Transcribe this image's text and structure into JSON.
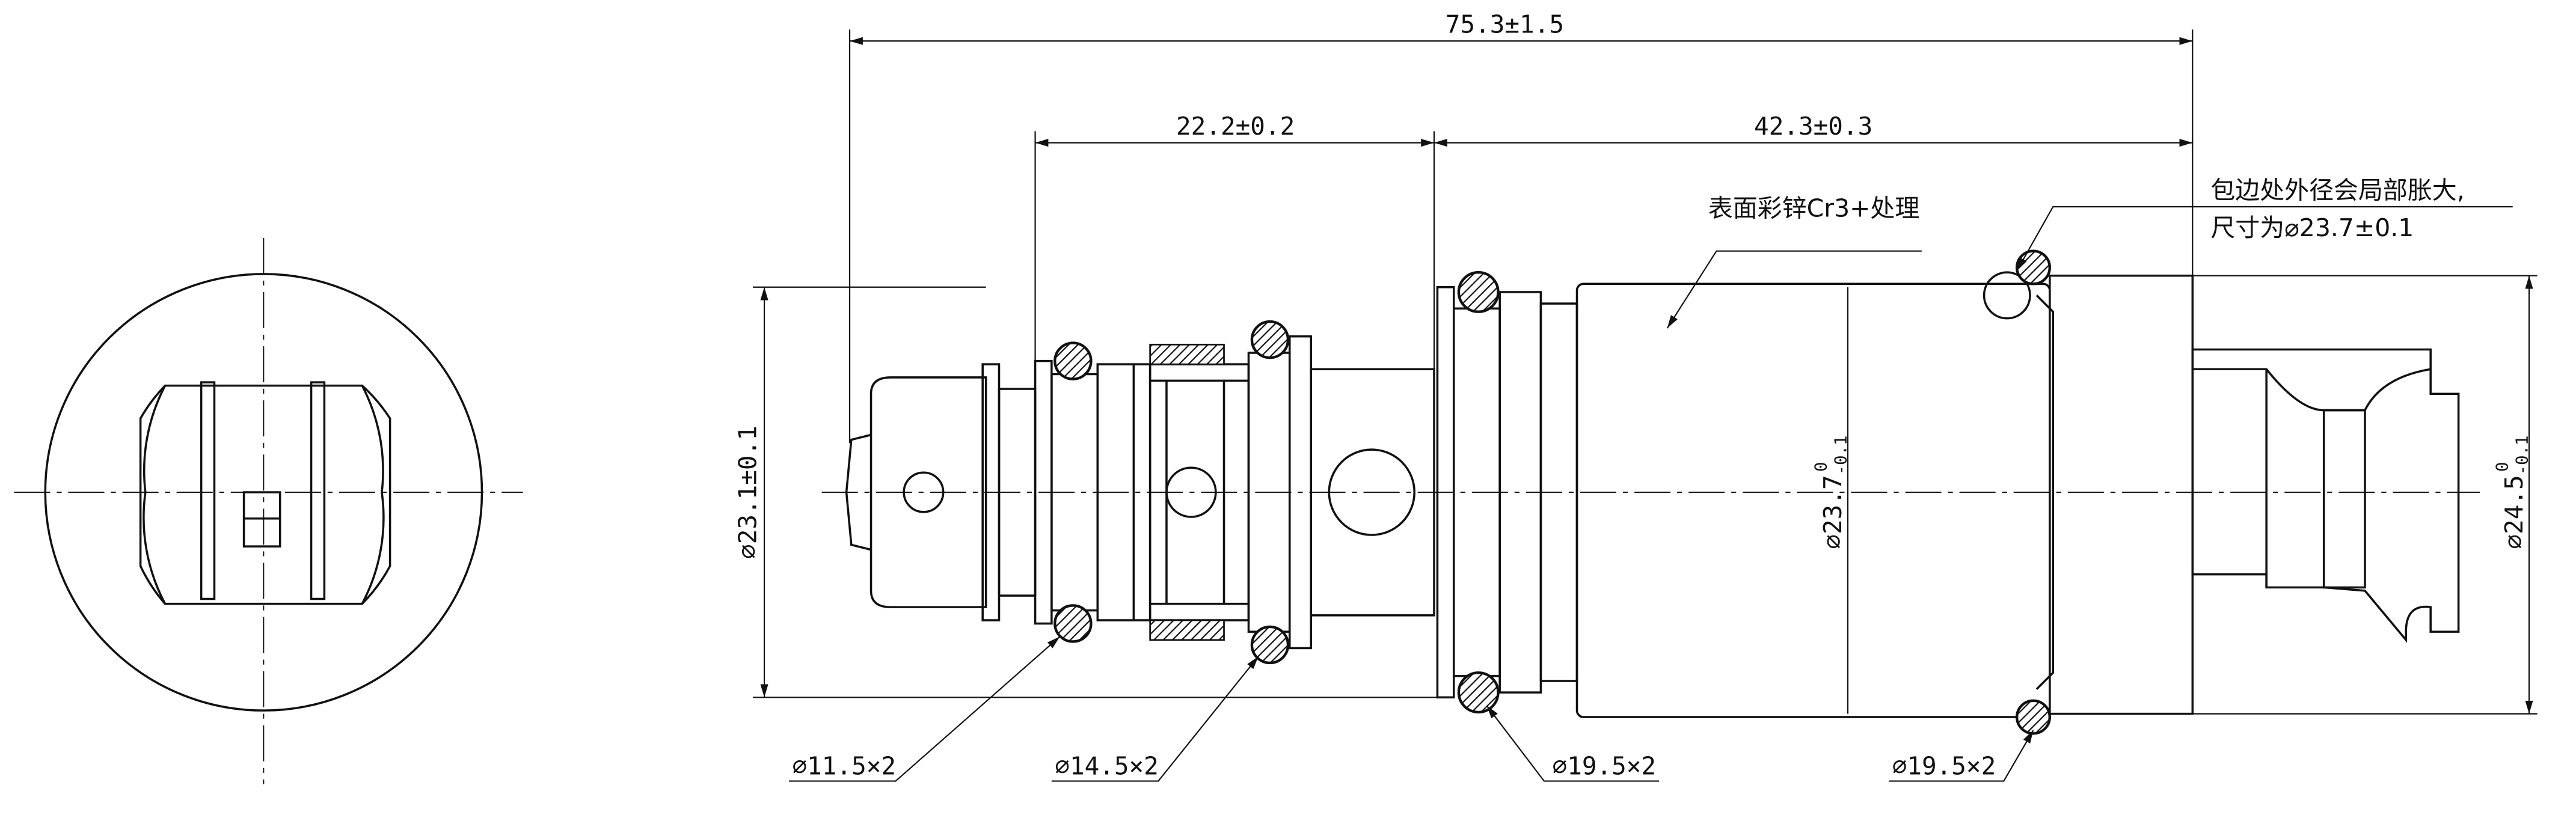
{
  "drawing": {
    "dimensions": {
      "overall_length": "75.3±1.5",
      "front_length": "22.2±0.2",
      "rear_length": "42.3±0.3",
      "front_diameter": "⌀23.1±0.1",
      "body_diameter_main": "⌀23.7",
      "body_diameter_upper": "0",
      "body_diameter_lower": "-0.1",
      "rear_diameter_main": "⌀24.5",
      "rear_diameter_upper": "0",
      "rear_diameter_lower": "-0.1"
    },
    "notes": {
      "surface_treatment": "表面彩锌Cr3+处理",
      "crimp_note_line1": "包边处外径会局部胀大,",
      "crimp_note_line2": "尺寸为⌀23.7±0.1"
    },
    "orings": [
      {
        "label": "⌀11.5×2"
      },
      {
        "label": "⌀14.5×2"
      },
      {
        "label": "⌀19.5×2"
      },
      {
        "label": "⌀19.5×2"
      }
    ]
  }
}
